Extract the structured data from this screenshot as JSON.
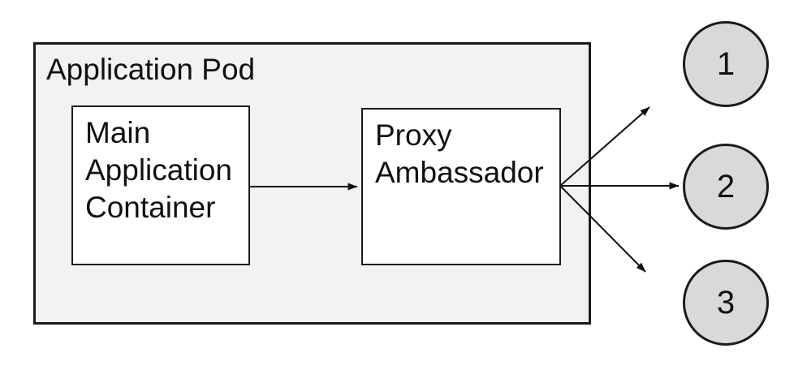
{
  "diagram": {
    "type": "architecture-diagram",
    "pod": {
      "label": "Application Pod"
    },
    "nodes": [
      {
        "id": "main-application-container",
        "label": "Main\nApplication\nContainer"
      },
      {
        "id": "proxy-ambassador",
        "label": "Proxy\nAmbassador"
      }
    ],
    "endpoints": [
      {
        "id": "endpoint-1",
        "label": "1"
      },
      {
        "id": "endpoint-2",
        "label": "2"
      },
      {
        "id": "endpoint-3",
        "label": "3"
      }
    ],
    "edges": [
      {
        "from": "Main Application Container",
        "to": "Proxy Ambassador"
      },
      {
        "from": "Proxy Ambassador",
        "to": "1"
      },
      {
        "from": "Proxy Ambassador",
        "to": "2"
      },
      {
        "from": "Proxy Ambassador",
        "to": "3"
      }
    ]
  },
  "colors": {
    "pod_fill": "#f1f2f2",
    "pod_border": "#1a1a1a",
    "node_fill": "#ffffff",
    "node_border": "#1a1a1a",
    "endpoint_fill": "#d9d9d9",
    "endpoint_border": "#1a1a1a",
    "arrow": "#111111",
    "text": "#111111",
    "page_bg": "#ffffff"
  }
}
